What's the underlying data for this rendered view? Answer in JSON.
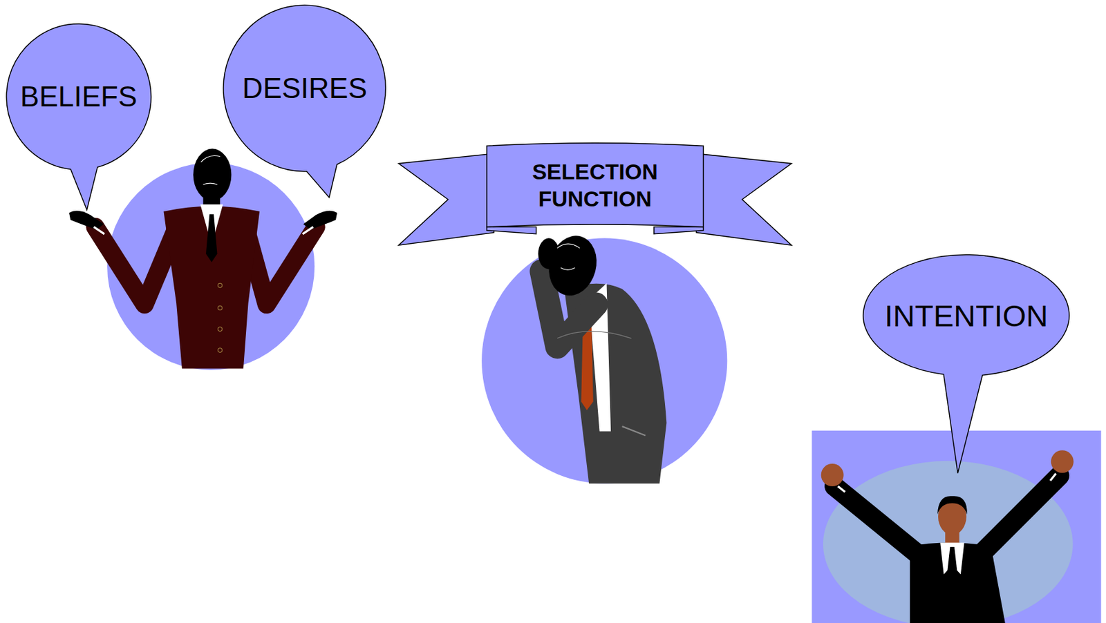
{
  "diagram": {
    "nodes": [
      {
        "text": [
          "BELIEFS"
        ]
      },
      {
        "text": [
          "DESIRES"
        ]
      },
      {
        "text": [
          "SELECTION FUNCTION"
        ]
      },
      {
        "text": [
          "INTENTION"
        ]
      }
    ]
  }
}
